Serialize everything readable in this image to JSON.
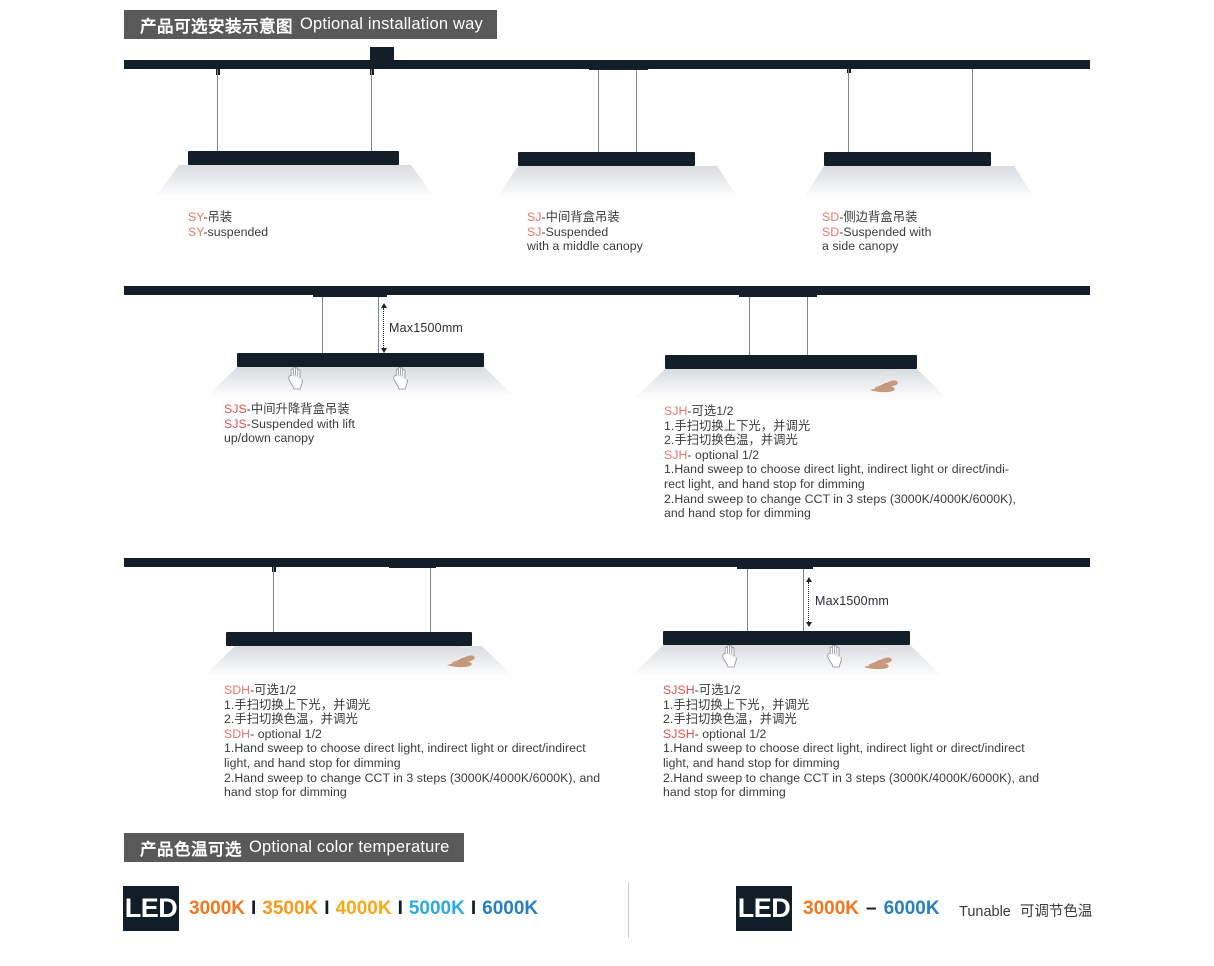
{
  "sections": {
    "installation": {
      "cn": "产品可选安装示意图",
      "en": "Optional installation way"
    },
    "color_temperature": {
      "cn": "产品色温可选",
      "en": "Optional color temperature"
    }
  },
  "dimension_labels": {
    "sjs": "Max1500mm",
    "sjsh": "Max1500mm"
  },
  "diagrams": [
    {
      "id": "sy",
      "code": "SY",
      "caption_lines": [
        {
          "code": "SY",
          "text": "-吊装"
        },
        {
          "code": "SY",
          "text": "-suspended"
        }
      ]
    },
    {
      "id": "sj",
      "code": "SJ",
      "caption_lines": [
        {
          "code": "SJ",
          "text": "-中间背盒吊装"
        },
        {
          "code": "SJ",
          "text": "-Suspended"
        },
        {
          "code": "",
          "text": "with a middle canopy"
        }
      ]
    },
    {
      "id": "sd",
      "code": "SD",
      "caption_lines": [
        {
          "code": "SD",
          "text": "-侧边背盒吊装"
        },
        {
          "code": "SD",
          "text": "-Suspended with"
        },
        {
          "code": "",
          "text": "a side canopy"
        }
      ]
    },
    {
      "id": "sjs",
      "code": "SJS",
      "caption_lines": [
        {
          "code": "SJS",
          "text": "-中间升降背盒吊装"
        },
        {
          "code": "SJS",
          "text": "-Suspended with lift"
        },
        {
          "code": "",
          "text": "up/down canopy"
        }
      ]
    },
    {
      "id": "sjh",
      "code": "SJH",
      "caption_lines": [
        {
          "code": "SJH",
          "text": "-可选1/2"
        },
        {
          "code": "",
          "text": "1.手扫切换上下光，并调光"
        },
        {
          "code": "",
          "text": "2.手扫切换色温，并调光"
        },
        {
          "code": "SJH",
          "text": "- optional 1/2"
        },
        {
          "code": "",
          "text": "1.Hand sweep to choose direct light, indirect light or direct/indi-"
        },
        {
          "code": "",
          "text": "rect light, and hand stop for dimming"
        },
        {
          "code": "",
          "text": "2.Hand sweep to change CCT in 3 steps (3000K/4000K/6000K),"
        },
        {
          "code": "",
          "text": "and hand stop for dimming"
        }
      ]
    },
    {
      "id": "sdh",
      "code": "SDH",
      "caption_lines": [
        {
          "code": "SDH",
          "text": "-可选1/2"
        },
        {
          "code": "",
          "text": "1.手扫切换上下光，并调光"
        },
        {
          "code": "",
          "text": "2.手扫切换色温，并调光"
        },
        {
          "code": "SDH",
          "text": "- optional 1/2"
        },
        {
          "code": "",
          "text": "1.Hand sweep to choose direct light, indirect light or direct/indirect"
        },
        {
          "code": "",
          "text": "light, and hand stop for dimming"
        },
        {
          "code": "",
          "text": "2.Hand sweep to change CCT in 3 steps (3000K/4000K/6000K), and"
        },
        {
          "code": "",
          "text": "hand stop for dimming"
        }
      ]
    },
    {
      "id": "sjsh",
      "code": "SJSH",
      "caption_lines": [
        {
          "code": "SJSH",
          "text": "-可选1/2"
        },
        {
          "code": "",
          "text": "1.手扫切换上下光，并调光"
        },
        {
          "code": "",
          "text": "2.手扫切换色温，并调光"
        },
        {
          "code": "SJSH",
          "text": "- optional 1/2"
        },
        {
          "code": "",
          "text": "1.Hand sweep to choose direct light, indirect light or direct/indirect"
        },
        {
          "code": "",
          "text": "light, and hand stop for dimming"
        },
        {
          "code": "",
          "text": "2.Hand sweep to change CCT in 3 steps (3000K/4000K/6000K), and"
        },
        {
          "code": "",
          "text": "hand stop for dimming"
        }
      ]
    }
  ],
  "color_temperature": {
    "badge_label": "LED",
    "steps": [
      {
        "value": "3000K",
        "color": "#f3771f"
      },
      {
        "value": "3500K",
        "color": "#f59a1d"
      },
      {
        "value": "4000K",
        "color": "#f7a81b"
      },
      {
        "value": "5000K",
        "color": "#29abe2"
      },
      {
        "value": "6000K",
        "color": "#2a7fc4"
      }
    ],
    "separator": "I",
    "range": {
      "from": {
        "value": "3000K",
        "color": "#f3771f"
      },
      "dash": "–",
      "to": {
        "value": "6000K",
        "color": "#2a7fc4"
      }
    },
    "tunable_en": "Tunable",
    "tunable_cn": "可调节色温"
  },
  "colors": {
    "fixture_dark": "#141e28",
    "bar_grey": "#595959",
    "code_orange": "#e8776a",
    "code_red": "#e05252",
    "wire": "#7d858c"
  }
}
